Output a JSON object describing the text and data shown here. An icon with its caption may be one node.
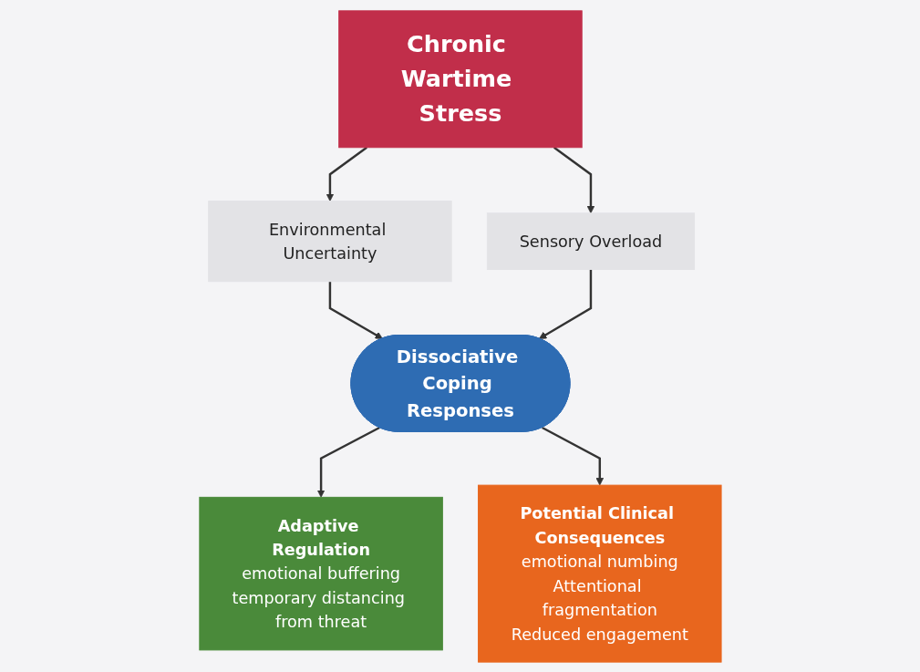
{
  "diagram": {
    "nodes": [
      {
        "text": [
          "Chronic Wartime Stress"
        ]
      },
      {
        "text": [
          "Environmental Uncertainty"
        ]
      },
      {
        "text": [
          "Sensory Overload"
        ]
      },
      {
        "text": [
          "Dissociative Coping Responses"
        ]
      },
      {
        "text": [
          "Adaptive Regulation",
          "emotional buffering",
          "temporary distancing from threat"
        ]
      },
      {
        "text": [
          "Potential Clinical Consequences",
          "emotional numbing",
          "Attentional fragmentation",
          "Reduced engagement"
        ]
      }
    ],
    "edges": [
      {
        "from": 0,
        "to": 1,
        "arrow": "to"
      },
      {
        "from": 0,
        "to": 2,
        "arrow": "to"
      },
      {
        "from": 1,
        "to": 3,
        "arrow": "to"
      },
      {
        "from": 2,
        "to": 3,
        "arrow": "to"
      },
      {
        "from": 3,
        "to": 4,
        "arrow": "to"
      },
      {
        "from": 3,
        "to": 5,
        "arrow": "to"
      }
    ]
  }
}
